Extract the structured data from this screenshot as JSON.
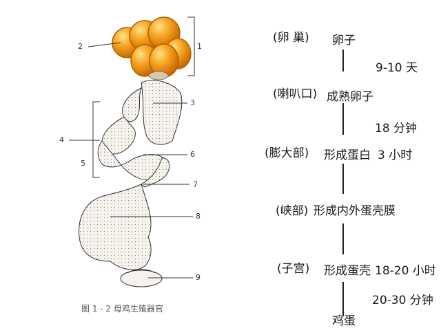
{
  "diagram": {
    "part_numbers": [
      "1",
      "2",
      "3",
      "4",
      "5",
      "6",
      "7",
      "8",
      "9"
    ],
    "caption": "图 1 - 2   母鸡生殖器官"
  },
  "flow": {
    "stages": [
      "(卵 巢)",
      "(喇叭口)",
      "(膨大部)",
      "(峡部)",
      "(子宫)"
    ],
    "results": [
      "卵子",
      "成熟卵子",
      "形成蛋白",
      "形成内外蛋壳膜",
      "形成蛋壳",
      "鸡蛋"
    ],
    "durations": [
      "9-10 天",
      "18 分钟",
      "3 小时",
      "18-20 小时",
      "20-30 分钟"
    ]
  },
  "colors": {
    "egg_fill": "#f0a020",
    "egg_stroke": "#c06a00",
    "tract_fill": "#f4f0ea",
    "line": "#222222"
  }
}
